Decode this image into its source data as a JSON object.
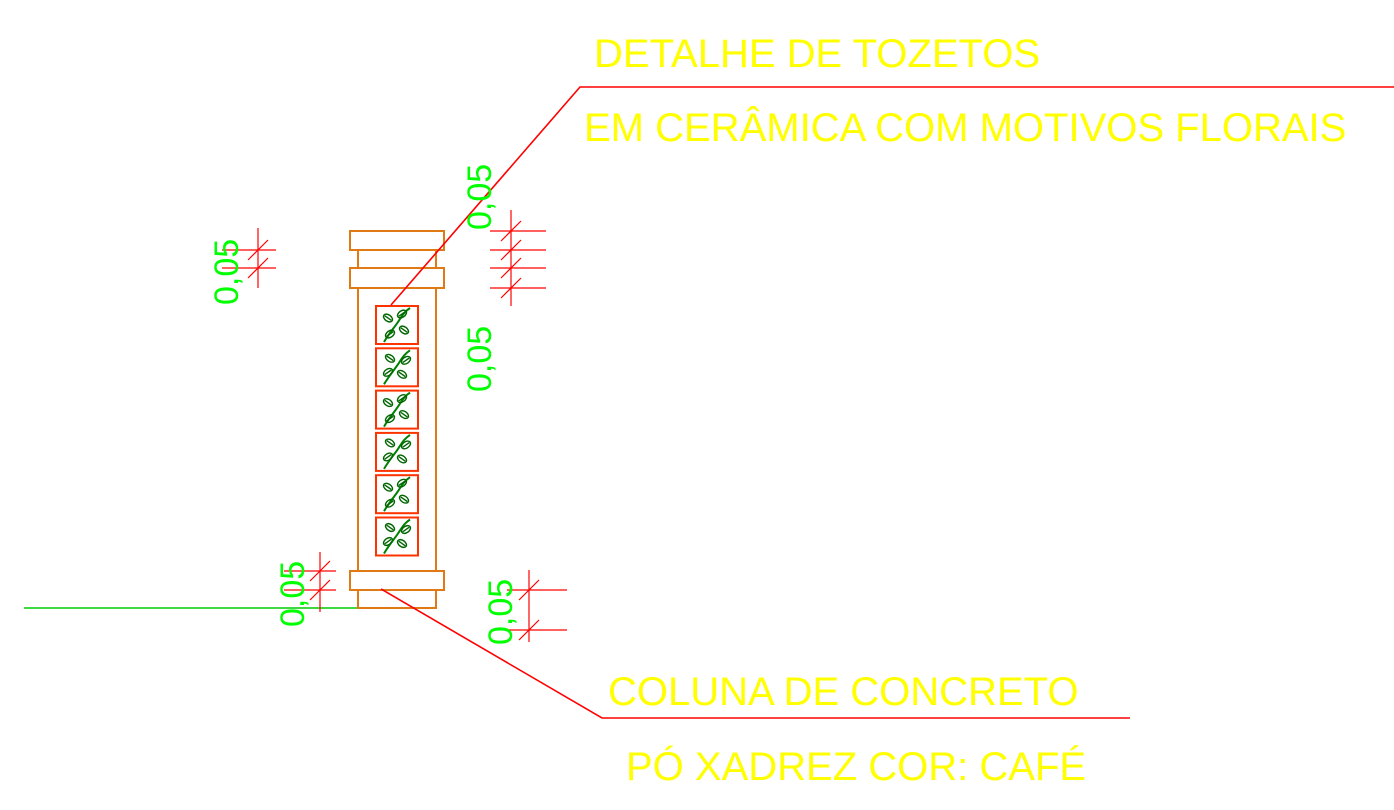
{
  "labels": {
    "title_line1": "DETALHE DE TOZETOS",
    "title_line2": "EM CERÂMICA COM MOTIVOS FLORAIS",
    "bottom_line1": "COLUNA DE CONCRETO",
    "bottom_line2": "PÓ XADREZ COR: CAFÉ"
  },
  "dimensions": {
    "top_left": "0,05",
    "top_right_upper": "0,05",
    "top_right_lower": "0,05",
    "bottom_left": "0,05",
    "bottom_right": "0,05"
  },
  "colors": {
    "annotation_text": "#ffff00",
    "dimension_text": "#00ff00",
    "column": "#e07a14",
    "tile_frame": "#ff3300",
    "leader_line": "#ff0000",
    "ground_line": "#00cc00",
    "vine": "#008000"
  },
  "tile_count": 6
}
